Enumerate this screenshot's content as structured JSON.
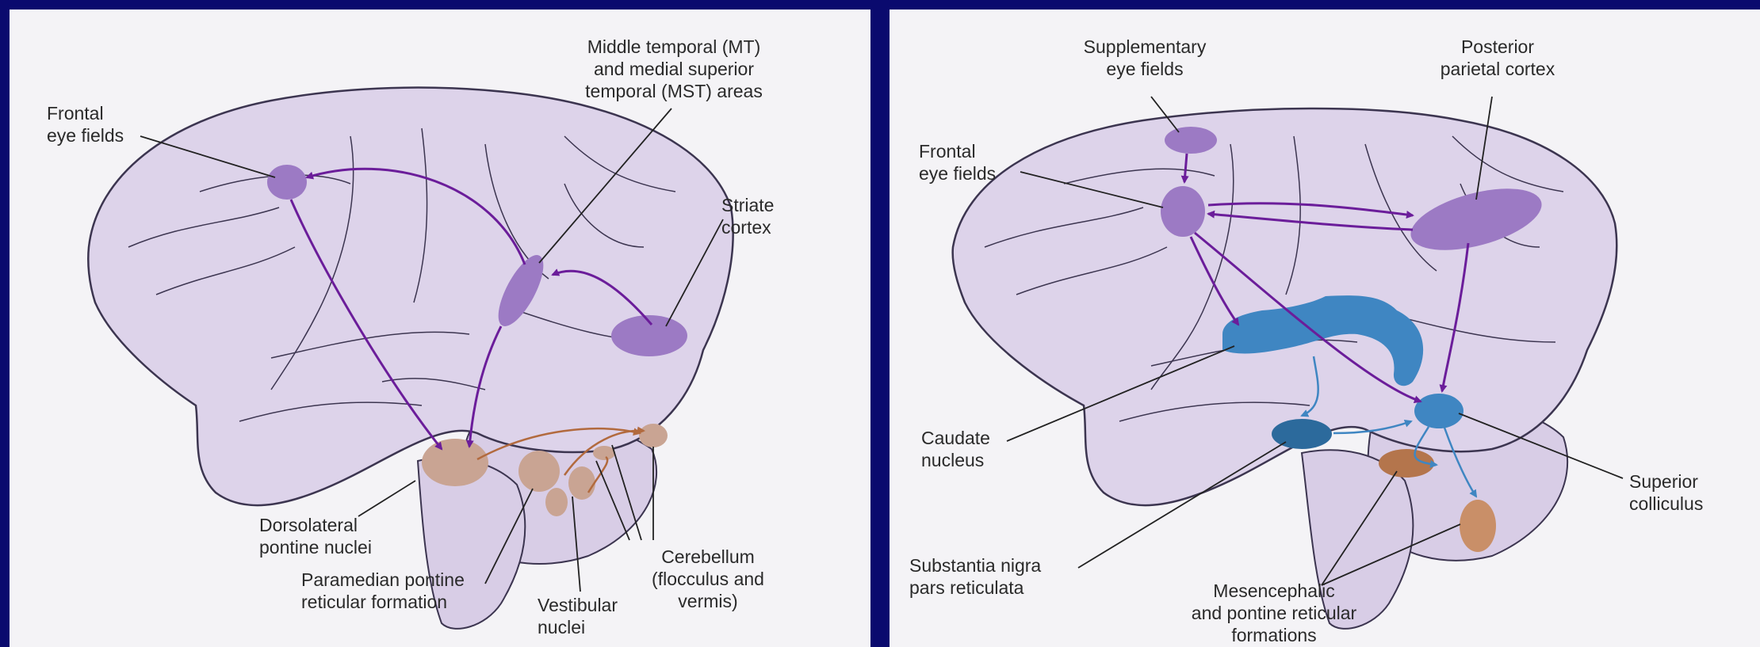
{
  "left_panel": {
    "labels": {
      "frontal_eye_fields": "Frontal\neye fields",
      "mt_mst": "Middle temporal (MT)\nand medial superior\ntemporal (MST) areas",
      "striate_cortex": "Striate\ncortex",
      "dorsolateral_pontine": "Dorsolateral\npontine nuclei",
      "paramedian_pontine": "Paramedian pontine\nreticular formation",
      "vestibular_nuclei": "Vestibular\nnuclei",
      "cerebellum": "Cerebellum\n(flocculus and\nvermis)"
    }
  },
  "right_panel": {
    "labels": {
      "supplementary_eye_fields": "Supplementary\neye fields",
      "posterior_parietal": "Posterior\nparietal cortex",
      "frontal_eye_fields": "Frontal\neye fields",
      "caudate_nucleus": "Caudate\nnucleus",
      "superior_colliculus": "Superior\ncolliculus",
      "substantia_nigra": "Substantia nigra\npars reticulata",
      "mesencephalic": "Mesencephalic\nand pontine reticular\nformations"
    }
  },
  "colors": {
    "background": "#0a0a6e",
    "panel": "#f4f3f6",
    "brain_fill": "#ddd3ea",
    "brain_stroke": "#3c3550",
    "cortical_area": "#9c7ac4",
    "pathway_purple": "#6b1d9a",
    "brainstem": "#c9a493",
    "cerebellar_pathway": "#b26a3e",
    "basal_ganglia": "#3f86c2",
    "basal_ganglia_dark": "#2c6a9c",
    "label_text": "#2a2a2a"
  }
}
